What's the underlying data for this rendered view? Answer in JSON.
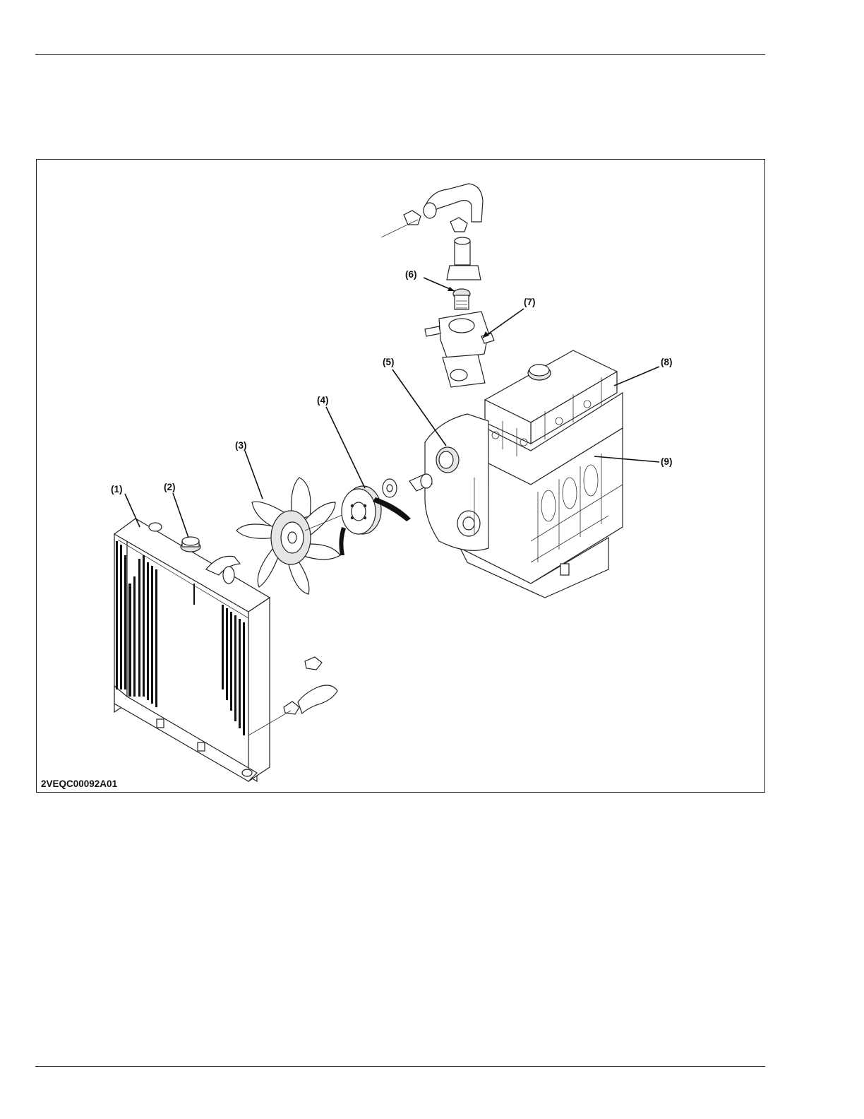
{
  "figure": {
    "id": "2VEQC00092A01",
    "callouts": [
      {
        "key": "c1",
        "label": "(1)"
      },
      {
        "key": "c2",
        "label": "(2)"
      },
      {
        "key": "c3",
        "label": "(3)"
      },
      {
        "key": "c4",
        "label": "(4)"
      },
      {
        "key": "c5",
        "label": "(5)"
      },
      {
        "key": "c6",
        "label": "(6)"
      },
      {
        "key": "c7",
        "label": "(7)"
      },
      {
        "key": "c8",
        "label": "(8)"
      },
      {
        "key": "c9",
        "label": "(9)"
      }
    ]
  }
}
